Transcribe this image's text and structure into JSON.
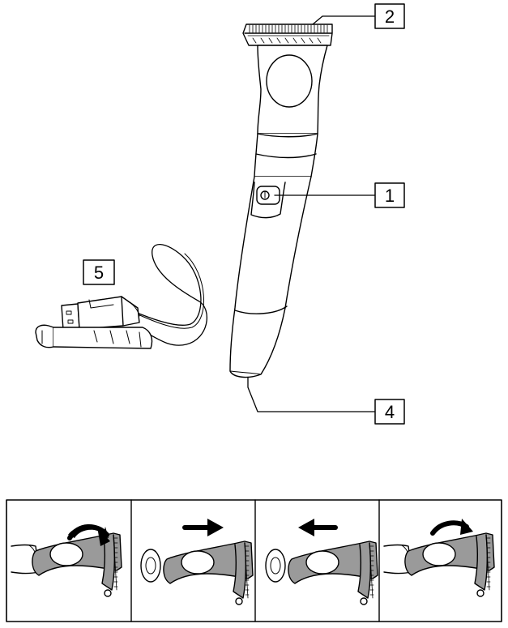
{
  "callouts": [
    {
      "id": "trimmer-head",
      "label": "2"
    },
    {
      "id": "power-button",
      "label": "1"
    },
    {
      "id": "usb-cable",
      "label": "5"
    },
    {
      "id": "charging-socket",
      "label": "4"
    }
  ],
  "steps": [
    {
      "step": 1,
      "action": "rotate-down-arrow"
    },
    {
      "step": 2,
      "action": "arrow-right"
    },
    {
      "step": 3,
      "action": "arrow-left"
    },
    {
      "step": 4,
      "action": "rotate-up-arrow"
    }
  ],
  "colors": {
    "line": "#000000",
    "fill_gray": "#9a9a9a",
    "background": "#ffffff"
  }
}
